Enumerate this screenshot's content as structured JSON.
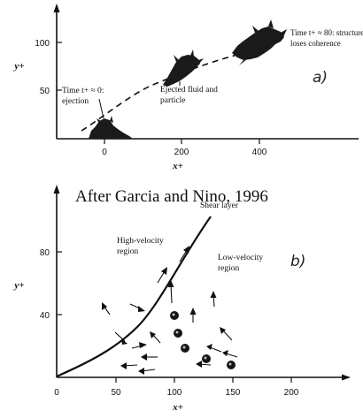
{
  "top_panel": {
    "panel_label": "a)",
    "x_axis_label": "x+",
    "y_axis_label": "y+",
    "x_ticks": [
      {
        "value": 0,
        "label": "0"
      },
      {
        "value": 200,
        "label": "200"
      },
      {
        "value": 400,
        "label": "400"
      }
    ],
    "y_ticks": [
      {
        "value": 50,
        "label": "50"
      },
      {
        "value": 100,
        "label": "100"
      }
    ],
    "annotations": {
      "ejection_line1": "Time t+ ≈ 0:",
      "ejection_line2": "ejection",
      "ejected_line1": "Ejected fluid and",
      "ejected_line2": "particle",
      "coherence_line1": "Time t+ ≈ 80: structure",
      "coherence_line2": "loses coherence"
    }
  },
  "caption": "After Garcia and Nino, 1996",
  "bottom_panel": {
    "panel_label": "b)",
    "x_axis_label": "x+",
    "y_axis_label": "y+",
    "x_ticks": [
      {
        "value": 0,
        "label": "0"
      },
      {
        "value": 50,
        "label": "50"
      },
      {
        "value": 100,
        "label": "100"
      },
      {
        "value": 150,
        "label": "150"
      },
      {
        "value": 200,
        "label": "200"
      }
    ],
    "y_ticks": [
      {
        "value": 40,
        "label": "40"
      },
      {
        "value": 80,
        "label": "80"
      }
    ],
    "region_labels": {
      "shear_layer": "Shear layer",
      "high_velocity_line1": "High-velocity",
      "high_velocity_line2": "region",
      "low_velocity_line1": "Low-velocity",
      "low_velocity_line2": "region"
    }
  }
}
